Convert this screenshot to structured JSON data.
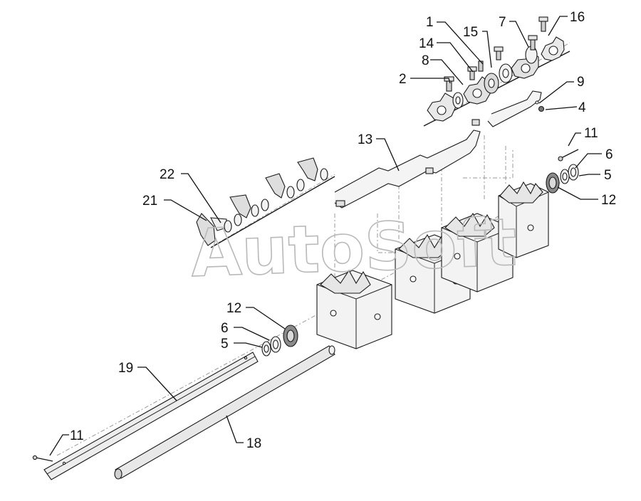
{
  "watermark": "AutoSoft",
  "callouts": [
    {
      "id": "c1",
      "label": "1"
    },
    {
      "id": "c14",
      "label": "14"
    },
    {
      "id": "c15",
      "label": "15"
    },
    {
      "id": "c7",
      "label": "7"
    },
    {
      "id": "c16",
      "label": "16"
    },
    {
      "id": "c8",
      "label": "8"
    },
    {
      "id": "c2",
      "label": "2"
    },
    {
      "id": "c9",
      "label": "9"
    },
    {
      "id": "c4",
      "label": "4"
    },
    {
      "id": "c13",
      "label": "13"
    },
    {
      "id": "c11a",
      "label": "11"
    },
    {
      "id": "c6a",
      "label": "6"
    },
    {
      "id": "c5a",
      "label": "5"
    },
    {
      "id": "c12a",
      "label": "12"
    },
    {
      "id": "c22",
      "label": "22"
    },
    {
      "id": "c21",
      "label": "21"
    },
    {
      "id": "c12b",
      "label": "12"
    },
    {
      "id": "c6b",
      "label": "6"
    },
    {
      "id": "c5b",
      "label": "5"
    },
    {
      "id": "c19",
      "label": "19"
    },
    {
      "id": "c11b",
      "label": "11"
    },
    {
      "id": "c18",
      "label": "18"
    }
  ],
  "colors": {
    "ink": "#1a1a1a",
    "part_fill": "#ececec",
    "housing_fill": "#f3f3f3",
    "phantom_line": "#9a9a9a",
    "watermark": "#b9b9b9"
  }
}
